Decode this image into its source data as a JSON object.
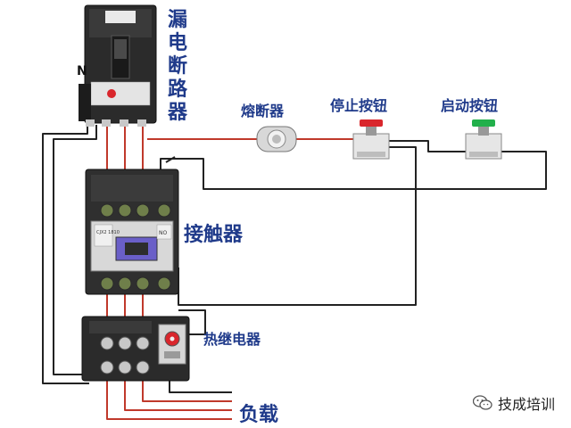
{
  "labels": {
    "breaker": "漏电断路器",
    "neutral": "N",
    "fuse": "熔断器",
    "stop_button": "停止按钮",
    "start_button": "启动按钮",
    "contactor": "接触器",
    "contactor_model": "CJX2 1810",
    "contactor_aux": "NO",
    "thermal_relay": "热继电器",
    "load": "负载",
    "watermark": "技成培训"
  },
  "colors": {
    "label_blue": "#1f3a8a",
    "wire_red": "#c0392b",
    "wire_dark": "#222222",
    "stop_red": "#d9262c",
    "start_green": "#22b04b",
    "device_dark": "#2b2b2b",
    "terminal_green": "#6f7f4a",
    "terminal_silver": "#c8c8c8"
  },
  "icons": [
    "wechat-icon"
  ]
}
